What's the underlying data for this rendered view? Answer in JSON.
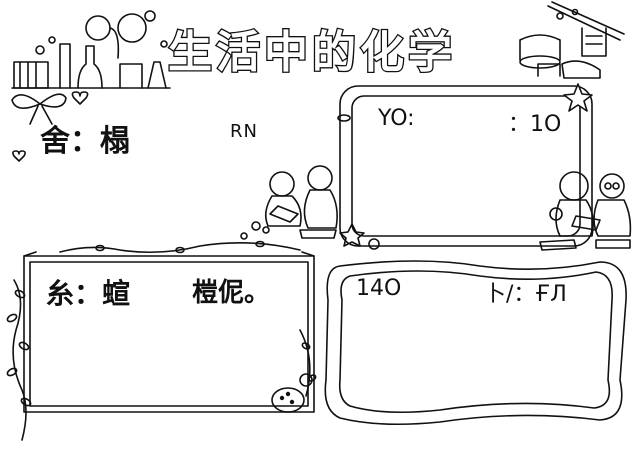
{
  "poster": {
    "title": "生活中的化学",
    "top_left": {
      "label_main": "舍：榻",
      "label_side": "RN"
    },
    "top_right": {
      "label_left": "YO:",
      "label_right": "：1O"
    },
    "bottom_left": {
      "label_main": "糸：蝖",
      "label_side": "榿伲。"
    },
    "bottom_right": {
      "label_left": "14O",
      "label_right": "卜/：ҒЛ"
    }
  },
  "icons": [
    "lab-glassware-icon",
    "bow-icon",
    "heart-icon",
    "kids-reading-icon",
    "star-icon",
    "vine-icon"
  ]
}
